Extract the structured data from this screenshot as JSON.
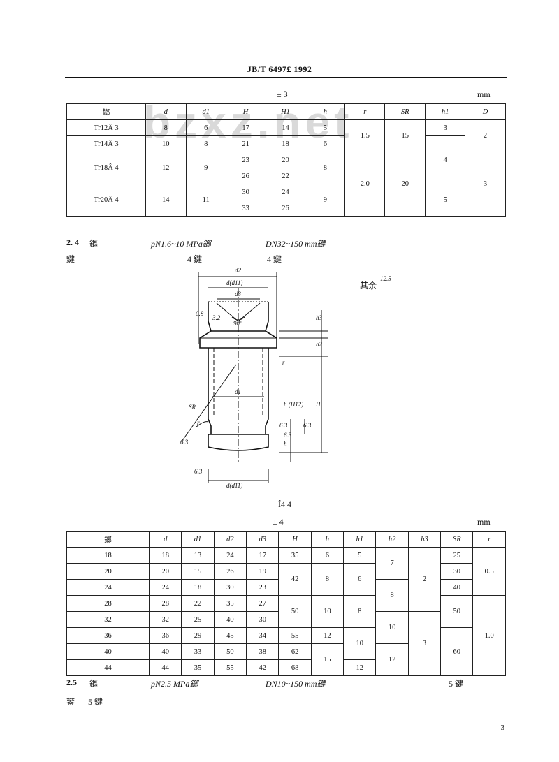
{
  "header": {
    "title": "JB/T 6497£ 1992"
  },
  "watermark": "bzxz.net",
  "table3": {
    "caption": "± 3",
    "unit": "mm",
    "headers": [
      "鎯",
      "d",
      "d1",
      "H",
      "H1",
      "h",
      "r",
      "SR",
      "h1",
      "D"
    ],
    "rows": {
      "r1": {
        "name": "Tr12Â 3",
        "d": "8",
        "d1": "6",
        "H": "17",
        "H1": "14",
        "h": "5",
        "h1": "3"
      },
      "r2": {
        "name": "Tr14Â 3",
        "d": "10",
        "d1": "8",
        "H": "21",
        "H1": "18",
        "h": "6"
      },
      "r3": {
        "name": "Tr18Â 4",
        "d": "12",
        "d1": "9",
        "H_a": "23",
        "H1_a": "20",
        "H_b": "26",
        "H1_b": "22",
        "h": "8"
      },
      "r4": {
        "name": "Tr20Â 4",
        "d": "14",
        "d1": "11",
        "H_a": "30",
        "H1_a": "24",
        "H_b": "33",
        "H1_b": "26",
        "h": "9",
        "h1": "5"
      },
      "r_ab": "1.5",
      "sr_ab": "15",
      "r_cd": "2.0",
      "sr_cd": "20",
      "h1_mid": "4",
      "D_ab": "2",
      "D_cd": "3"
    }
  },
  "sec24": {
    "num": "2. 4",
    "t1": "鏂",
    "p": "pN1.6~10 MPa鎯",
    "dn": "DN32~150 mm鍵",
    "line2a": "鍵",
    "line2b": "4 鍵",
    "line2c": "4 鍵"
  },
  "figure": {
    "caption": "Í4 4",
    "roughness_note": "其余",
    "roughness_val": "12.5",
    "labels": {
      "d2": "d2",
      "d_d11_top": "d(d11)",
      "d3": "d3",
      "angle": "90°",
      "v08": "0.8",
      "v32": "3.2",
      "h3": "h3",
      "h2": "h2",
      "r_top": "r",
      "d1": "d1",
      "h_h12": "h (H12)",
      "H": "H",
      "SR": "SR",
      "r_bot": "r",
      "v63a": "6.3",
      "v63b": "6.3",
      "v63c": "6.3",
      "h": "h",
      "v63d": "6.3",
      "v63e": "6.3",
      "d_d11_bot": "d(d11)"
    }
  },
  "table4": {
    "caption": "± 4",
    "unit": "mm",
    "headers": [
      "鎯",
      "d",
      "d1",
      "d2",
      "d3",
      "H",
      "h",
      "h1",
      "h2",
      "h3",
      "SR",
      "r"
    ],
    "rows": [
      {
        "n": "18",
        "d": "18",
        "d1": "13",
        "d2": "24",
        "d3": "17"
      },
      {
        "n": "20",
        "d": "20",
        "d1": "15",
        "d2": "26",
        "d3": "19"
      },
      {
        "n": "24",
        "d": "24",
        "d1": "18",
        "d2": "30",
        "d3": "23"
      },
      {
        "n": "28",
        "d": "28",
        "d1": "22",
        "d2": "35",
        "d3": "27"
      },
      {
        "n": "32",
        "d": "32",
        "d1": "25",
        "d2": "40",
        "d3": "30"
      },
      {
        "n": "36",
        "d": "36",
        "d1": "29",
        "d2": "45",
        "d3": "34"
      },
      {
        "n": "40",
        "d": "40",
        "d1": "33",
        "d2": "50",
        "d3": "38"
      },
      {
        "n": "44",
        "d": "44",
        "d1": "35",
        "d2": "55",
        "d3": "42"
      }
    ],
    "H": {
      "r1": "35",
      "r23": "42",
      "r45": "50",
      "r6": "55",
      "r7": "62",
      "r8": "68"
    },
    "h": {
      "r1": "6",
      "r23": "8",
      "r45": "10",
      "r6": "12",
      "r78": "15"
    },
    "h1": {
      "r1": "5",
      "r23": "6",
      "r45": "8",
      "r67": "10",
      "r8": "12"
    },
    "h2": {
      "r12": "7",
      "r34": "8",
      "r56": "10",
      "r78": "12"
    },
    "h3": {
      "r14": "2",
      "r58": "3"
    },
    "SR": {
      "r1": "25",
      "r2": "30",
      "r3": "40",
      "r45": "50",
      "r68": "60"
    },
    "r": {
      "r13": "0.5",
      "r48": "1.0"
    }
  },
  "sec25": {
    "num": "2.5",
    "t1": "鏂",
    "p": "pN2.5 MPa鎯",
    "dn": "DN10~150 mm鍵",
    "t2": "5 鍵",
    "line2a": "鐢",
    "line2b": "5 鍵"
  },
  "page_number": "3"
}
